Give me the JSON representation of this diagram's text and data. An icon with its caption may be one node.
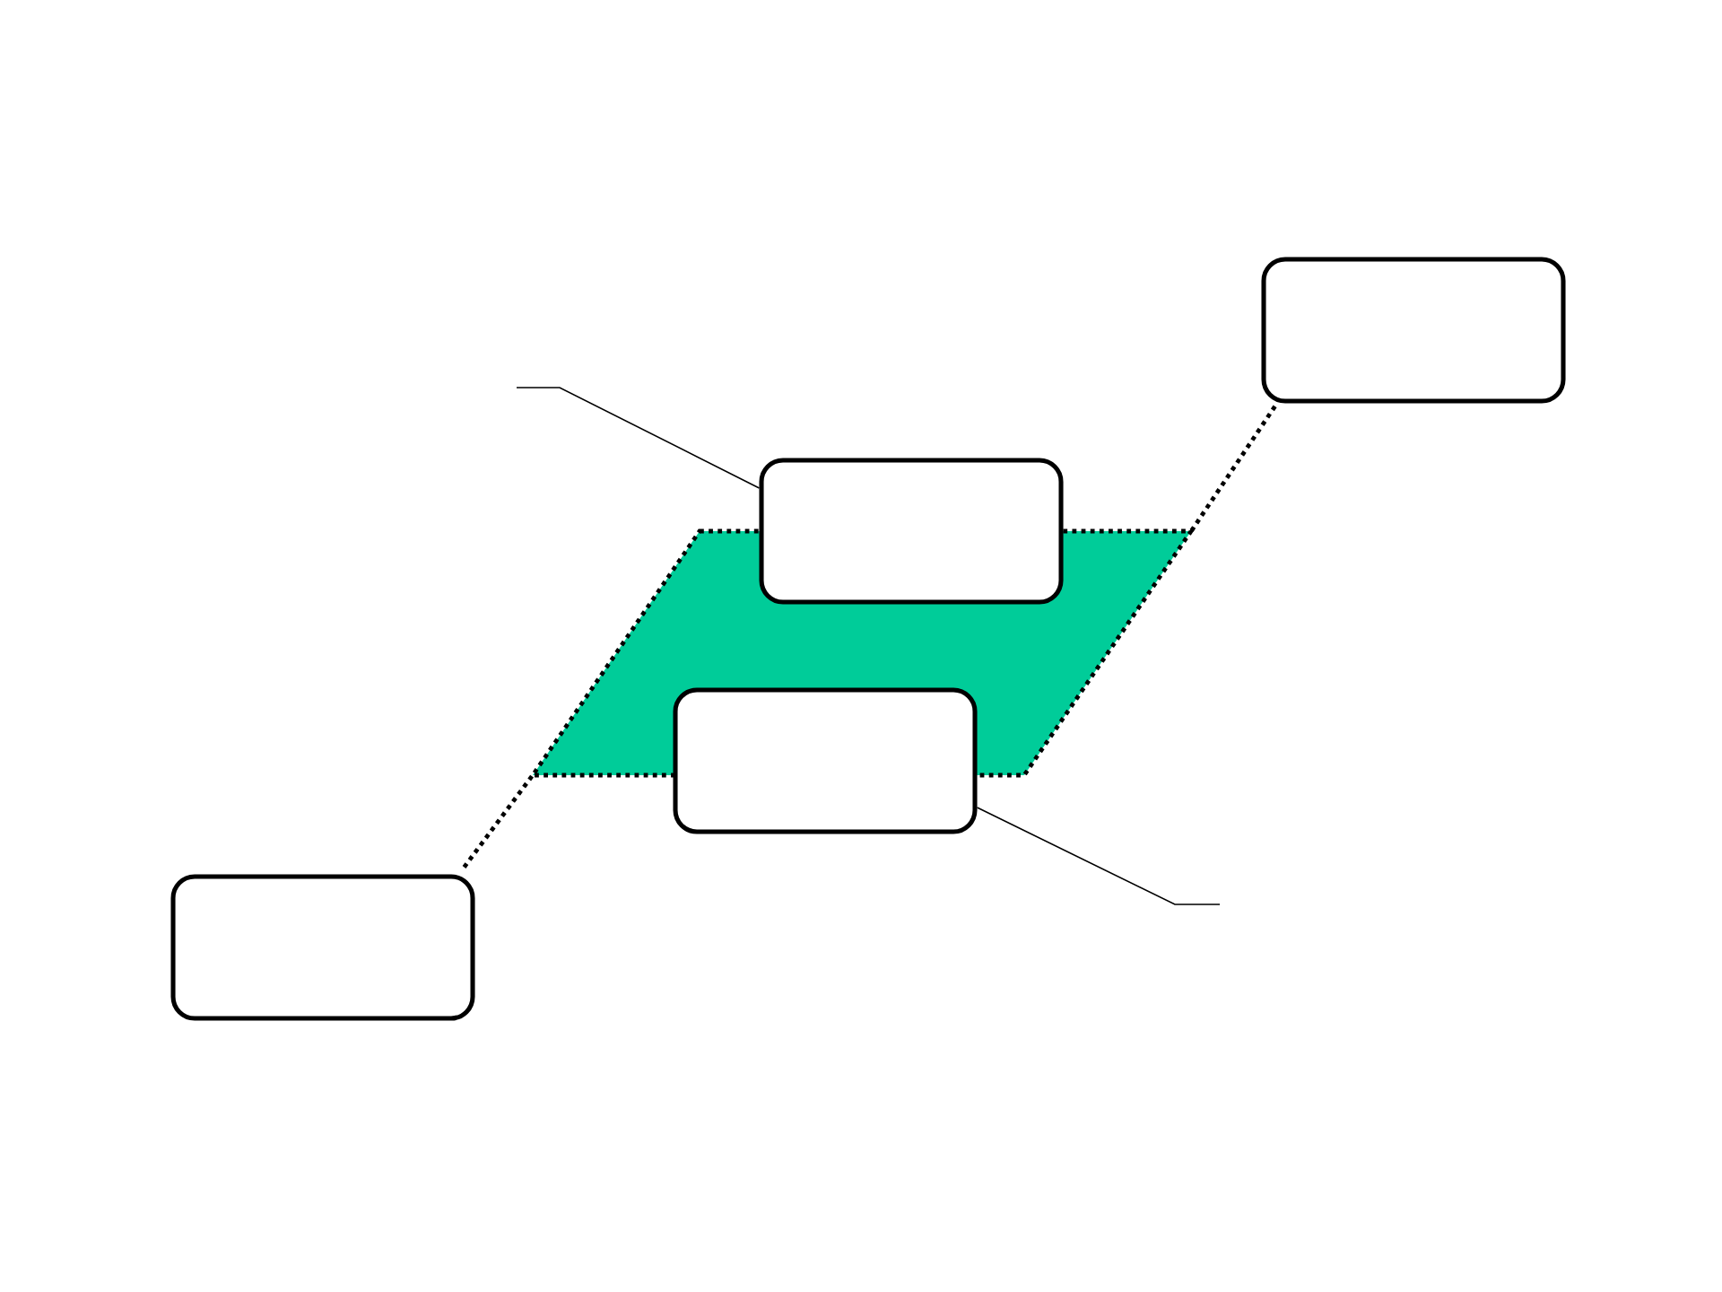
{
  "diagram": {
    "nodes": [
      {
        "text": [],
        "shape": "box"
      },
      {
        "text": [],
        "shape": "box"
      },
      {
        "text": [],
        "shape": "parallelogram"
      },
      {
        "text": [],
        "shape": "box"
      },
      {
        "text": [],
        "shape": "box"
      }
    ],
    "edges": [
      {
        "from": 4,
        "to": 2,
        "arrow": "none",
        "style": "dashed"
      },
      {
        "from": 2,
        "to": 0,
        "arrow": "none",
        "style": "dashed"
      },
      {
        "from": null,
        "to": 1,
        "arrow": "none"
      },
      {
        "from": 3,
        "to": null,
        "arrow": "none"
      }
    ]
  }
}
